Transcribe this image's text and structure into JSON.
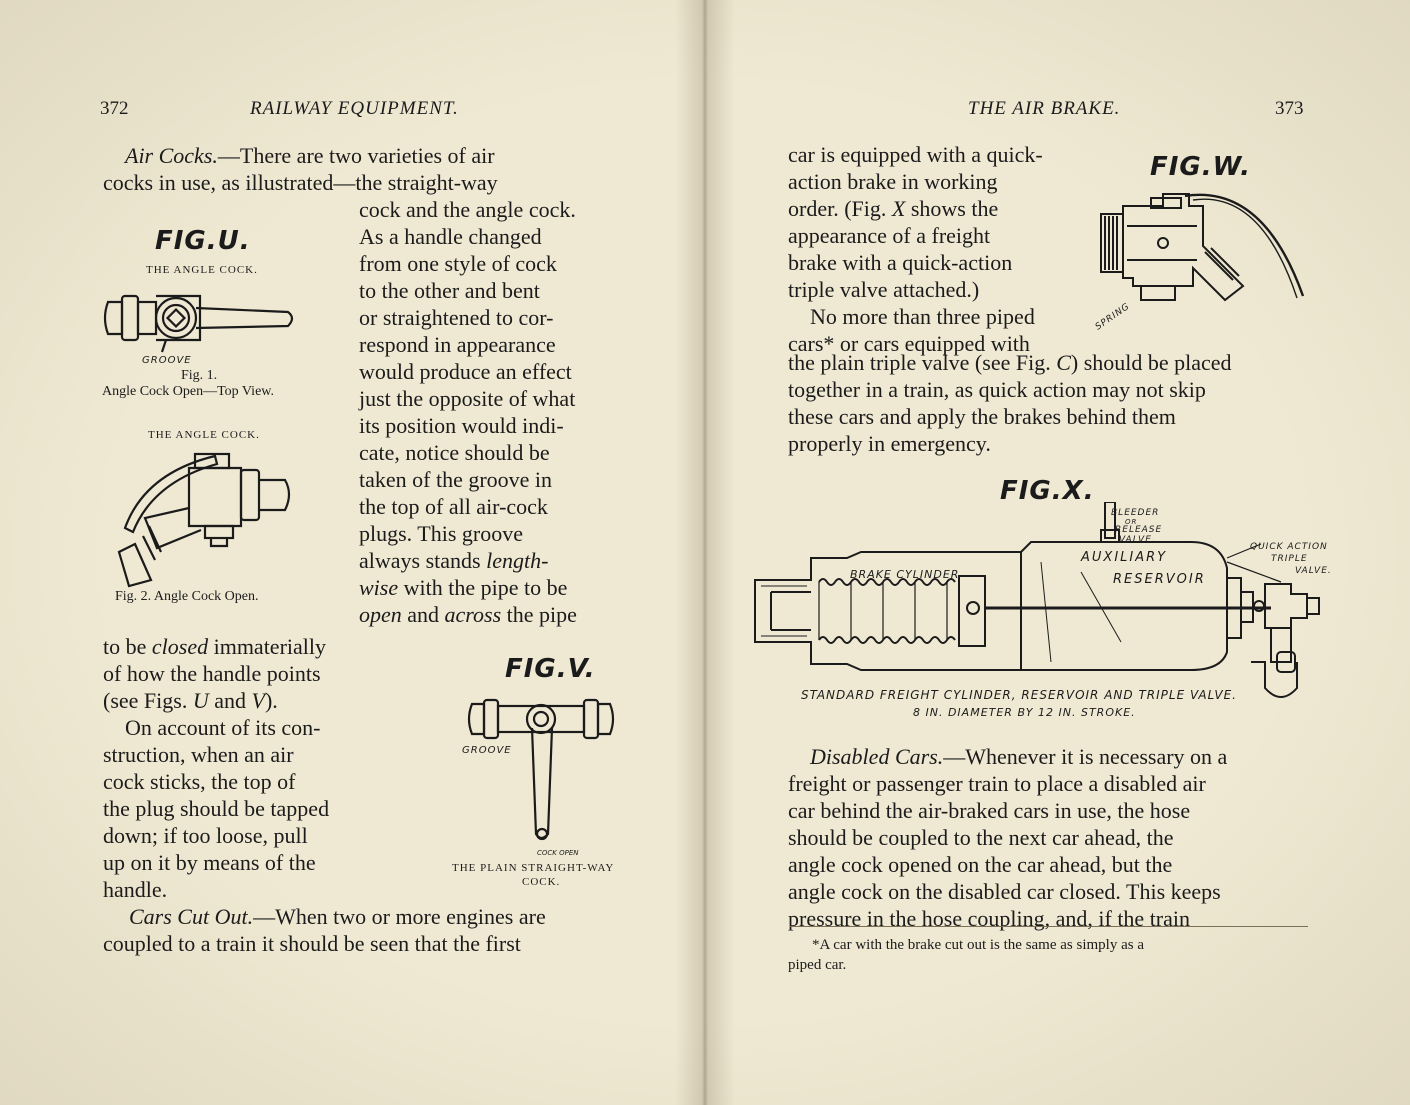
{
  "left_page": {
    "page_number": "372",
    "running_head": "RAILWAY EQUIPMENT.",
    "air_cocks": {
      "heading": "Air Cocks.",
      "full_lines": [
        "—There are two varieties of air",
        "cocks in use, as illustrated—the straight-way"
      ],
      "column_lines": [
        "cock and the angle cock.",
        "As a handle changed",
        "from one style of cock",
        "to the other and bent",
        "or straightened to cor-",
        "respond in appearance",
        "would produce an effect",
        "just the opposite of what",
        "its position would indi-",
        "cate, notice should be",
        "taken of the groove in",
        "the top of all air-cock",
        "plugs. This groove",
        "always stands"
      ],
      "length_wise_1": "length-",
      "length_wise_2": "wise",
      "with_pipe": " with the pipe to be",
      "open": "open",
      "and": " and ",
      "across": "across",
      "the_pipe": " the pipe",
      "to_be": "to be ",
      "closed": "closed",
      "immaterially": " immaterially",
      "lower_lines": [
        "of how the handle points"
      ],
      "see_figs_1": "(see Figs. ",
      "fig_u": "U",
      "and_text": " and ",
      "fig_v": "V",
      "see_figs_2": ")."
    },
    "sticking": {
      "lines": [
        "On account of its con-",
        "struction, when an air",
        "cock sticks, the top of",
        "the plug should be tapped",
        "down; if too loose, pull",
        "up on it by means of the",
        "handle."
      ]
    },
    "cars_cut_out": {
      "heading": "Cars Cut Out.",
      "first_line": "—When two or more engines are",
      "lines": [
        "coupled to a train it should be seen that the first"
      ]
    },
    "fig_u": {
      "title": "FIG.U.",
      "caption_top": "THE ANGLE COCK.",
      "groove_label": "GROOVE",
      "fig1_label": "Fig. 1.",
      "fig1_caption": "Angle Cock Open—Top View.",
      "caption_mid": "THE ANGLE COCK.",
      "fig2_caption": "Fig. 2.  Angle Cock Open."
    },
    "fig_v": {
      "title": "FIG.V.",
      "groove_label": "GROOVE",
      "cock_open": "COCK OPEN",
      "caption_1": "THE PLAIN STRAIGHT-WAY",
      "caption_2": "COCK."
    }
  },
  "right_page": {
    "page_number": "373",
    "running_head": "THE AIR BRAKE.",
    "top_text": {
      "lines": [
        "car is equipped with a quick-",
        "action brake in working",
        "order. (Fig. "
      ],
      "fig_x_ref": "X",
      "line3_rest": " shows the",
      "more_lines": [
        "appearance of a freight",
        "brake with a quick-action",
        "triple valve attached.)",
        "No more than three piped",
        "cars* or cars equipped with"
      ],
      "wide_line_1a": "the plain triple valve (see Fig. ",
      "fig_c_ref": "C",
      "wide_line_1b": ") should be placed",
      "wide_lines": [
        "together in a train, as quick action may not skip",
        "these cars and apply the brakes behind them",
        "properly in emergency."
      ]
    },
    "fig_w": {
      "title": "FIG.W.",
      "spring_label": "SPRING"
    },
    "fig_x": {
      "title": "FIG.X.",
      "bleeder_label_1": "BLEEDER",
      "bleeder_label_2": "OR",
      "bleeder_label_3": "RELEASE",
      "bleeder_label_4": "VALVE.",
      "aux_1": "AUXILIARY",
      "aux_2": "RESERVOIR",
      "brake_cyl": "BRAKE CYLINDER",
      "quick_1": "QUICK ACTION",
      "quick_2": "TRIPLE",
      "quick_3": "VALVE.",
      "caption_1": "STANDARD FREIGHT CYLINDER, RESERVOIR AND TRIPLE VALVE.",
      "caption_2": "8 IN. DIAMETER BY 12 IN. STROKE."
    },
    "disabled_cars": {
      "heading": "Disabled Cars.",
      "first_line": "—Whenever it is necessary on a",
      "lines": [
        "freight or passenger train to place a disabled air",
        "car behind the air-braked cars in use, the hose",
        "should be coupled to the next car ahead, the",
        "angle cock opened on the car ahead, but the",
        "angle cock on the disabled car closed. This keeps",
        "pressure in the hose coupling, and, if the train"
      ]
    },
    "footnote": {
      "line1": "*A car with the brake cut out is the same as simply as a",
      "line2": "piped car."
    }
  }
}
